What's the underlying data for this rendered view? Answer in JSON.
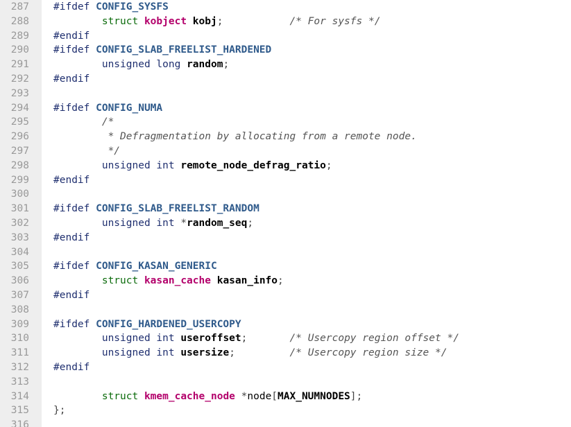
{
  "lines": [
    {
      "num": "287",
      "tokens": [
        {
          "t": "#ifdef ",
          "c": "keyword"
        },
        {
          "t": "CONFIG_SYSFS",
          "c": "macro"
        }
      ]
    },
    {
      "num": "288",
      "tokens": [
        {
          "t": "        ",
          "c": "plain"
        },
        {
          "t": "struct ",
          "c": "struct"
        },
        {
          "t": "kobject",
          "c": "typename"
        },
        {
          "t": " kobj",
          "c": "ident"
        },
        {
          "t": ";           ",
          "c": "punct"
        },
        {
          "t": "/* For sysfs */",
          "c": "comment"
        }
      ]
    },
    {
      "num": "289",
      "tokens": [
        {
          "t": "#endif",
          "c": "keyword"
        }
      ]
    },
    {
      "num": "290",
      "tokens": [
        {
          "t": "#ifdef ",
          "c": "keyword"
        },
        {
          "t": "CONFIG_SLAB_FREELIST_HARDENED",
          "c": "macro"
        }
      ]
    },
    {
      "num": "291",
      "tokens": [
        {
          "t": "        ",
          "c": "plain"
        },
        {
          "t": "unsigned long ",
          "c": "keyword"
        },
        {
          "t": "random",
          "c": "ident"
        },
        {
          "t": ";",
          "c": "punct"
        }
      ]
    },
    {
      "num": "292",
      "tokens": [
        {
          "t": "#endif",
          "c": "keyword"
        }
      ]
    },
    {
      "num": "293",
      "tokens": []
    },
    {
      "num": "294",
      "tokens": [
        {
          "t": "#ifdef ",
          "c": "keyword"
        },
        {
          "t": "CONFIG_NUMA",
          "c": "macro"
        }
      ]
    },
    {
      "num": "295",
      "tokens": [
        {
          "t": "        ",
          "c": "plain"
        },
        {
          "t": "/*",
          "c": "comment"
        }
      ]
    },
    {
      "num": "296",
      "tokens": [
        {
          "t": "         ",
          "c": "plain"
        },
        {
          "t": "* Defragmentation by allocating from a remote node.",
          "c": "comment"
        }
      ]
    },
    {
      "num": "297",
      "tokens": [
        {
          "t": "         ",
          "c": "plain"
        },
        {
          "t": "*/",
          "c": "comment"
        }
      ]
    },
    {
      "num": "298",
      "tokens": [
        {
          "t": "        ",
          "c": "plain"
        },
        {
          "t": "unsigned int ",
          "c": "keyword"
        },
        {
          "t": "remote_node_defrag_ratio",
          "c": "ident"
        },
        {
          "t": ";",
          "c": "punct"
        }
      ]
    },
    {
      "num": "299",
      "tokens": [
        {
          "t": "#endif",
          "c": "keyword"
        }
      ]
    },
    {
      "num": "300",
      "tokens": []
    },
    {
      "num": "301",
      "tokens": [
        {
          "t": "#ifdef ",
          "c": "keyword"
        },
        {
          "t": "CONFIG_SLAB_FREELIST_RANDOM",
          "c": "macro"
        }
      ]
    },
    {
      "num": "302",
      "tokens": [
        {
          "t": "        ",
          "c": "plain"
        },
        {
          "t": "unsigned int ",
          "c": "keyword"
        },
        {
          "t": "*",
          "c": "punct"
        },
        {
          "t": "random_seq",
          "c": "ident"
        },
        {
          "t": ";",
          "c": "punct"
        }
      ]
    },
    {
      "num": "303",
      "tokens": [
        {
          "t": "#endif",
          "c": "keyword"
        }
      ]
    },
    {
      "num": "304",
      "tokens": []
    },
    {
      "num": "305",
      "tokens": [
        {
          "t": "#ifdef ",
          "c": "keyword"
        },
        {
          "t": "CONFIG_KASAN_GENERIC",
          "c": "macro"
        }
      ]
    },
    {
      "num": "306",
      "tokens": [
        {
          "t": "        ",
          "c": "plain"
        },
        {
          "t": "struct ",
          "c": "struct"
        },
        {
          "t": "kasan_cache",
          "c": "typename"
        },
        {
          "t": " kasan_info",
          "c": "ident"
        },
        {
          "t": ";",
          "c": "punct"
        }
      ]
    },
    {
      "num": "307",
      "tokens": [
        {
          "t": "#endif",
          "c": "keyword"
        }
      ]
    },
    {
      "num": "308",
      "tokens": []
    },
    {
      "num": "309",
      "tokens": [
        {
          "t": "#ifdef ",
          "c": "keyword"
        },
        {
          "t": "CONFIG_HARDENED_USERCOPY",
          "c": "macro"
        }
      ]
    },
    {
      "num": "310",
      "tokens": [
        {
          "t": "        ",
          "c": "plain"
        },
        {
          "t": "unsigned int ",
          "c": "keyword"
        },
        {
          "t": "useroffset",
          "c": "ident"
        },
        {
          "t": ";       ",
          "c": "punct"
        },
        {
          "t": "/* Usercopy region offset */",
          "c": "comment"
        }
      ]
    },
    {
      "num": "311",
      "tokens": [
        {
          "t": "        ",
          "c": "plain"
        },
        {
          "t": "unsigned int ",
          "c": "keyword"
        },
        {
          "t": "usersize",
          "c": "ident"
        },
        {
          "t": ";         ",
          "c": "punct"
        },
        {
          "t": "/* Usercopy region size */",
          "c": "comment"
        }
      ]
    },
    {
      "num": "312",
      "tokens": [
        {
          "t": "#endif",
          "c": "keyword"
        }
      ]
    },
    {
      "num": "313",
      "tokens": []
    },
    {
      "num": "314",
      "tokens": [
        {
          "t": "        ",
          "c": "plain"
        },
        {
          "t": "struct ",
          "c": "struct"
        },
        {
          "t": "kmem_cache_node",
          "c": "typename"
        },
        {
          "t": " *",
          "c": "punct"
        },
        {
          "t": "node",
          "c": "plain"
        },
        {
          "t": "[",
          "c": "punct"
        },
        {
          "t": "MAX_NUMNODES",
          "c": "ident"
        },
        {
          "t": "];",
          "c": "punct"
        }
      ]
    },
    {
      "num": "315",
      "tokens": [
        {
          "t": "};",
          "c": "punct"
        }
      ]
    },
    {
      "num": "316",
      "tokens": []
    }
  ]
}
